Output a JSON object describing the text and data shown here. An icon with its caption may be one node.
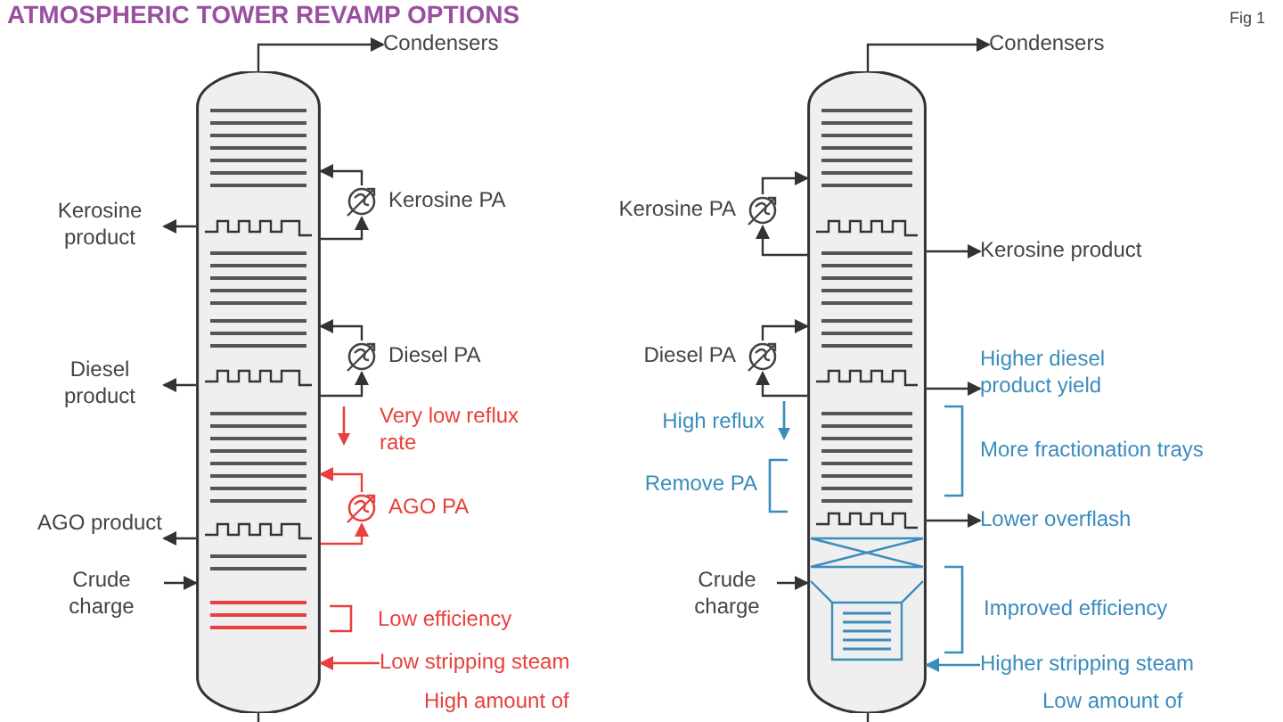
{
  "diagram": {
    "title": "ATMOSPHERIC TOWER REVAMP OPTIONS",
    "nodes": [
      {
        "text": [],
        "shape": "cylinder"
      },
      {
        "text": [
          "Condensers"
        ]
      },
      {
        "text": [
          "Kerosine product"
        ]
      },
      {
        "text": [],
        "shape": "circle",
        "beside": [
          "Kerosine PA"
        ]
      },
      {
        "text": [
          "Diesel product"
        ]
      },
      {
        "text": [],
        "shape": "circle",
        "beside": [
          "Diesel PA"
        ]
      },
      {
        "text": [
          "AGO product"
        ]
      },
      {
        "text": [],
        "shape": "circle",
        "beside": [
          "AGO PA"
        ]
      },
      {
        "text": [
          "Crude charge"
        ]
      },
      {
        "text": [
          "Low stripping steam"
        ]
      },
      {
        "text": [],
        "shape": "cylinder"
      },
      {
        "text": [
          "Condensers"
        ]
      },
      {
        "text": [],
        "shape": "circle",
        "beside": [
          "Kerosine PA"
        ]
      },
      {
        "text": [
          "Kerosine product"
        ]
      },
      {
        "text": [],
        "shape": "circle",
        "beside": [
          "Diesel PA"
        ]
      },
      {
        "text": [
          "Higher diesel product yield"
        ]
      },
      {
        "text": [
          "Lower overflash"
        ]
      },
      {
        "text": [
          "Crude charge"
        ]
      },
      {
        "text": [
          "Higher stripping steam"
        ]
      }
    ],
    "edges": [
      {
        "from": 0,
        "to": 1,
        "arrow": "to"
      },
      {
        "from": 0,
        "to": 2,
        "arrow": "to"
      },
      {
        "from": 0,
        "to": 3,
        "arrow": "to"
      },
      {
        "from": 3,
        "to": 0,
        "arrow": "to"
      },
      {
        "from": 0,
        "to": 4,
        "arrow": "to"
      },
      {
        "from": 0,
        "to": 5,
        "arrow": "to"
      },
      {
        "from": 5,
        "to": 0,
        "arrow": "to"
      },
      {
        "from": 0,
        "to": 6,
        "arrow": "to"
      },
      {
        "from": 0,
        "to": 7,
        "arrow": "to",
        "color": "#e8403c"
      },
      {
        "from": 7,
        "to": 0,
        "arrow": "to",
        "color": "#e8403c"
      },
      {
        "from": 8,
        "to": 0,
        "arrow": "to"
      },
      {
        "from": 9,
        "to": 0,
        "arrow": "to",
        "color": "#e8403c"
      },
      {
        "from": 0,
        "to": null,
        "arrow": "none"
      },
      {
        "from": 10,
        "to": 11,
        "arrow": "to"
      },
      {
        "from": 10,
        "to": 12,
        "arrow": "to"
      },
      {
        "from": 12,
        "to": 10,
        "arrow": "to"
      },
      {
        "from": 10,
        "to": 13,
        "arrow": "to"
      },
      {
        "from": 10,
        "to": 14,
        "arrow": "to"
      },
      {
        "from": 14,
        "to": 10,
        "arrow": "to"
      },
      {
        "from": 10,
        "to": 15,
        "arrow": "to"
      },
      {
        "from": 10,
        "to": 16,
        "arrow": "to"
      },
      {
        "from": 17,
        "to": 10,
        "arrow": "to"
      },
      {
        "from": 18,
        "to": 10,
        "arrow": "to",
        "color": "#3a8cbd"
      },
      {
        "from": 10,
        "to": null,
        "arrow": "none"
      }
    ],
    "labels": [
      "Fig 1",
      "Very low reflux rate",
      "Low efficiency",
      "High amount of",
      "High reflux",
      "Remove PA",
      "More fractionation trays",
      "Improved efficiency",
      "Low amount of"
    ]
  }
}
